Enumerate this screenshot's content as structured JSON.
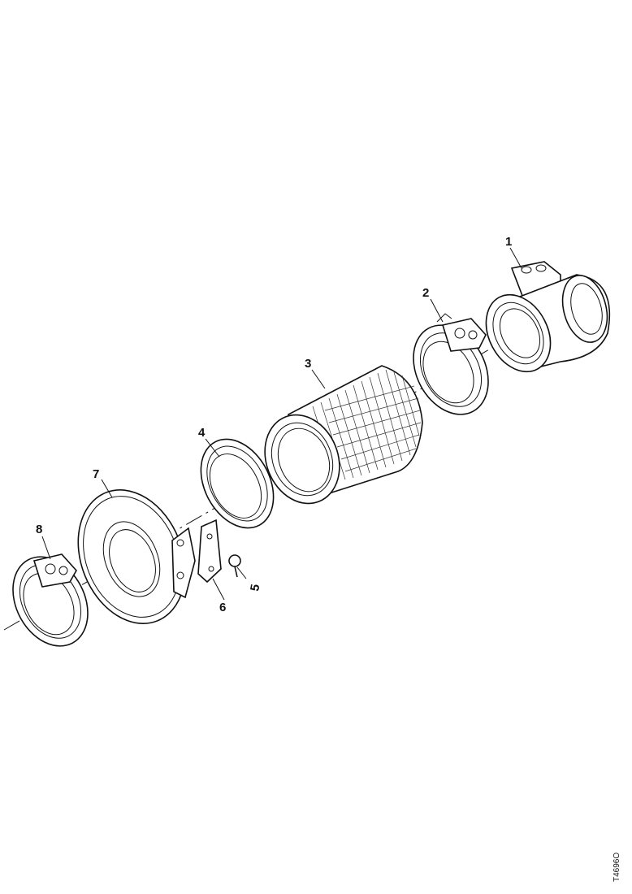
{
  "diagram": {
    "callouts": [
      {
        "id": "1",
        "label": "1"
      },
      {
        "id": "2",
        "label": "2"
      },
      {
        "id": "3",
        "label": "3"
      },
      {
        "id": "4",
        "label": "4"
      },
      {
        "id": "5",
        "label": "5"
      },
      {
        "id": "6",
        "label": "6"
      },
      {
        "id": "7",
        "label": "7"
      },
      {
        "id": "8",
        "label": "8"
      }
    ],
    "reference_code": "T4696O"
  }
}
